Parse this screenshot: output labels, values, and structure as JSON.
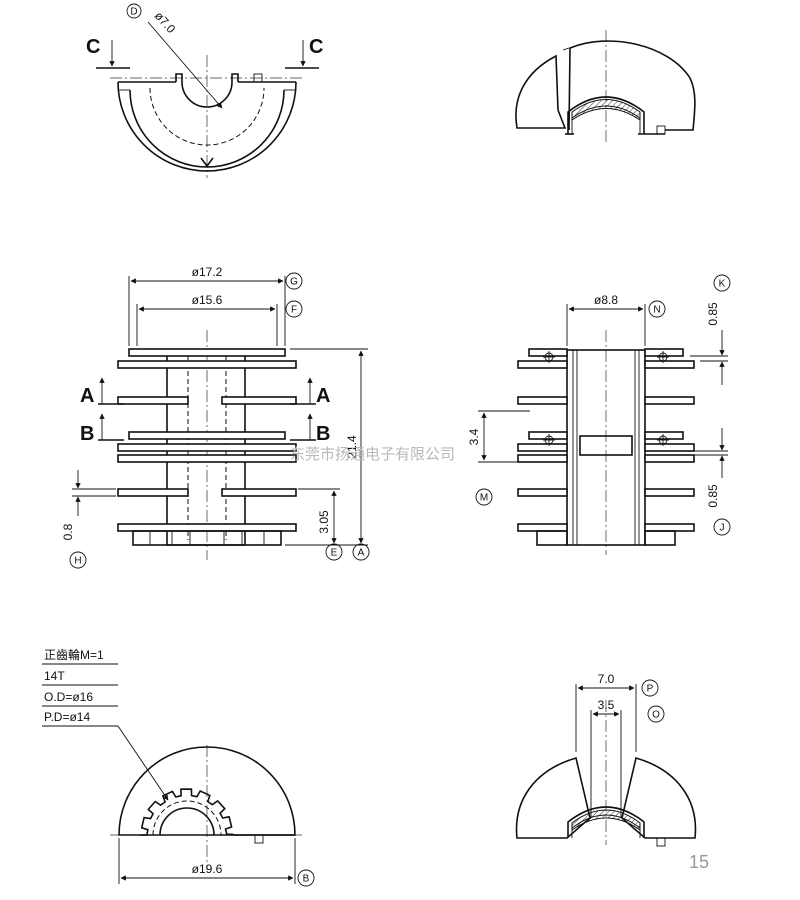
{
  "top_view": {
    "diameter": "ø7.0",
    "bubble": "D",
    "section_label": "C"
  },
  "front_view": {
    "dim_outer_dia": "ø17.2",
    "bubble_outer_dia": "G",
    "dim_inner_dia": "ø15.6",
    "bubble_inner_dia": "F",
    "height": "21.4",
    "bubble_height": "A",
    "base_height": "3.05",
    "bubble_base_height": "E",
    "flange_thickness": "0.8",
    "bubble_flange_thickness": "H",
    "section_a": "A",
    "section_b": "B"
  },
  "side_view": {
    "center_dia": "ø8.8",
    "bubble_center_dia": "N",
    "slot_gap_top": "0.85",
    "bubble_slot_gap_top": "K",
    "slot_gap_bottom": "0.85",
    "bubble_slot_gap_bottom": "J",
    "window_height": "3.4",
    "bubble_window_height": "M"
  },
  "gear_view": {
    "note_title": "正齒輪M=1",
    "note_teeth": "14T",
    "note_od": "O.D=ø16",
    "note_pd": "P.D=ø14",
    "base_dia": "ø19.6",
    "bubble_base_dia": "B"
  },
  "slot_view": {
    "outer_width": "7.0",
    "bubble_outer_width": "P",
    "inner_width": "3.5",
    "bubble_inner_width": "O"
  },
  "watermark": "东莞市扬通电子有限公司",
  "page_number": "15"
}
